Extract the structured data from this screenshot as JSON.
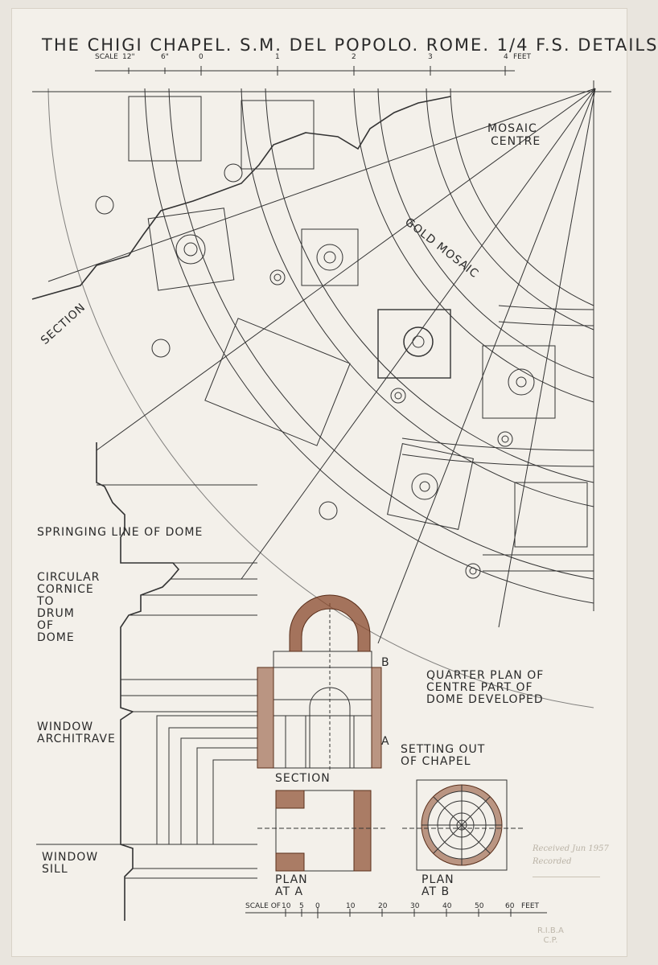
{
  "title": "THE CHIGI CHAPEL. S.M. DEL POPOLO. ROME. 1/4 F.S. DETAILS",
  "top_scale": {
    "prefix": "SCALE",
    "ticks": [
      "12\"",
      "6\"",
      "0",
      "1",
      "2",
      "3",
      "4"
    ],
    "unit": "FEET"
  },
  "labels": {
    "mosaic_centre": [
      "MOSAIC",
      "CENTRE"
    ],
    "gold_mosaic": "GOLD MOSAIC",
    "section_curve": "SECTION",
    "springing": "SPRINGING LINE OF DOME",
    "cornice": [
      "CIRCULAR",
      "CORNICE",
      "TO",
      "DRUM",
      "OF",
      "DOME"
    ],
    "window_architrave": [
      "WINDOW",
      "ARCHITRAVE"
    ],
    "window_sill": [
      "WINDOW",
      "SILL"
    ],
    "quarter_plan": [
      "QUARTER PLAN OF",
      "CENTRE PART OF",
      "DOME DEVELOPED"
    ],
    "setting_out": [
      "SETTING OUT",
      "OF CHAPEL"
    ],
    "section_small": "SECTION",
    "mark_a": "A",
    "mark_b": "B",
    "plan_a": [
      "PLAN",
      "AT A"
    ],
    "plan_b": [
      "PLAN",
      "AT B"
    ]
  },
  "bottom_scale": {
    "prefix": "SCALE OF",
    "ticks": [
      "10",
      "5",
      "0",
      "10",
      "20",
      "30",
      "40",
      "50",
      "60"
    ],
    "unit": "FEET"
  },
  "stamp_lines": [
    "Received Jun 1957",
    "Recorded"
  ],
  "archive_mark": [
    "R.I.B.A",
    "C.P."
  ],
  "colors": {
    "paper": "#f3f0ea",
    "ink": "#2a2a2a",
    "wash": "#8a4a2c"
  }
}
